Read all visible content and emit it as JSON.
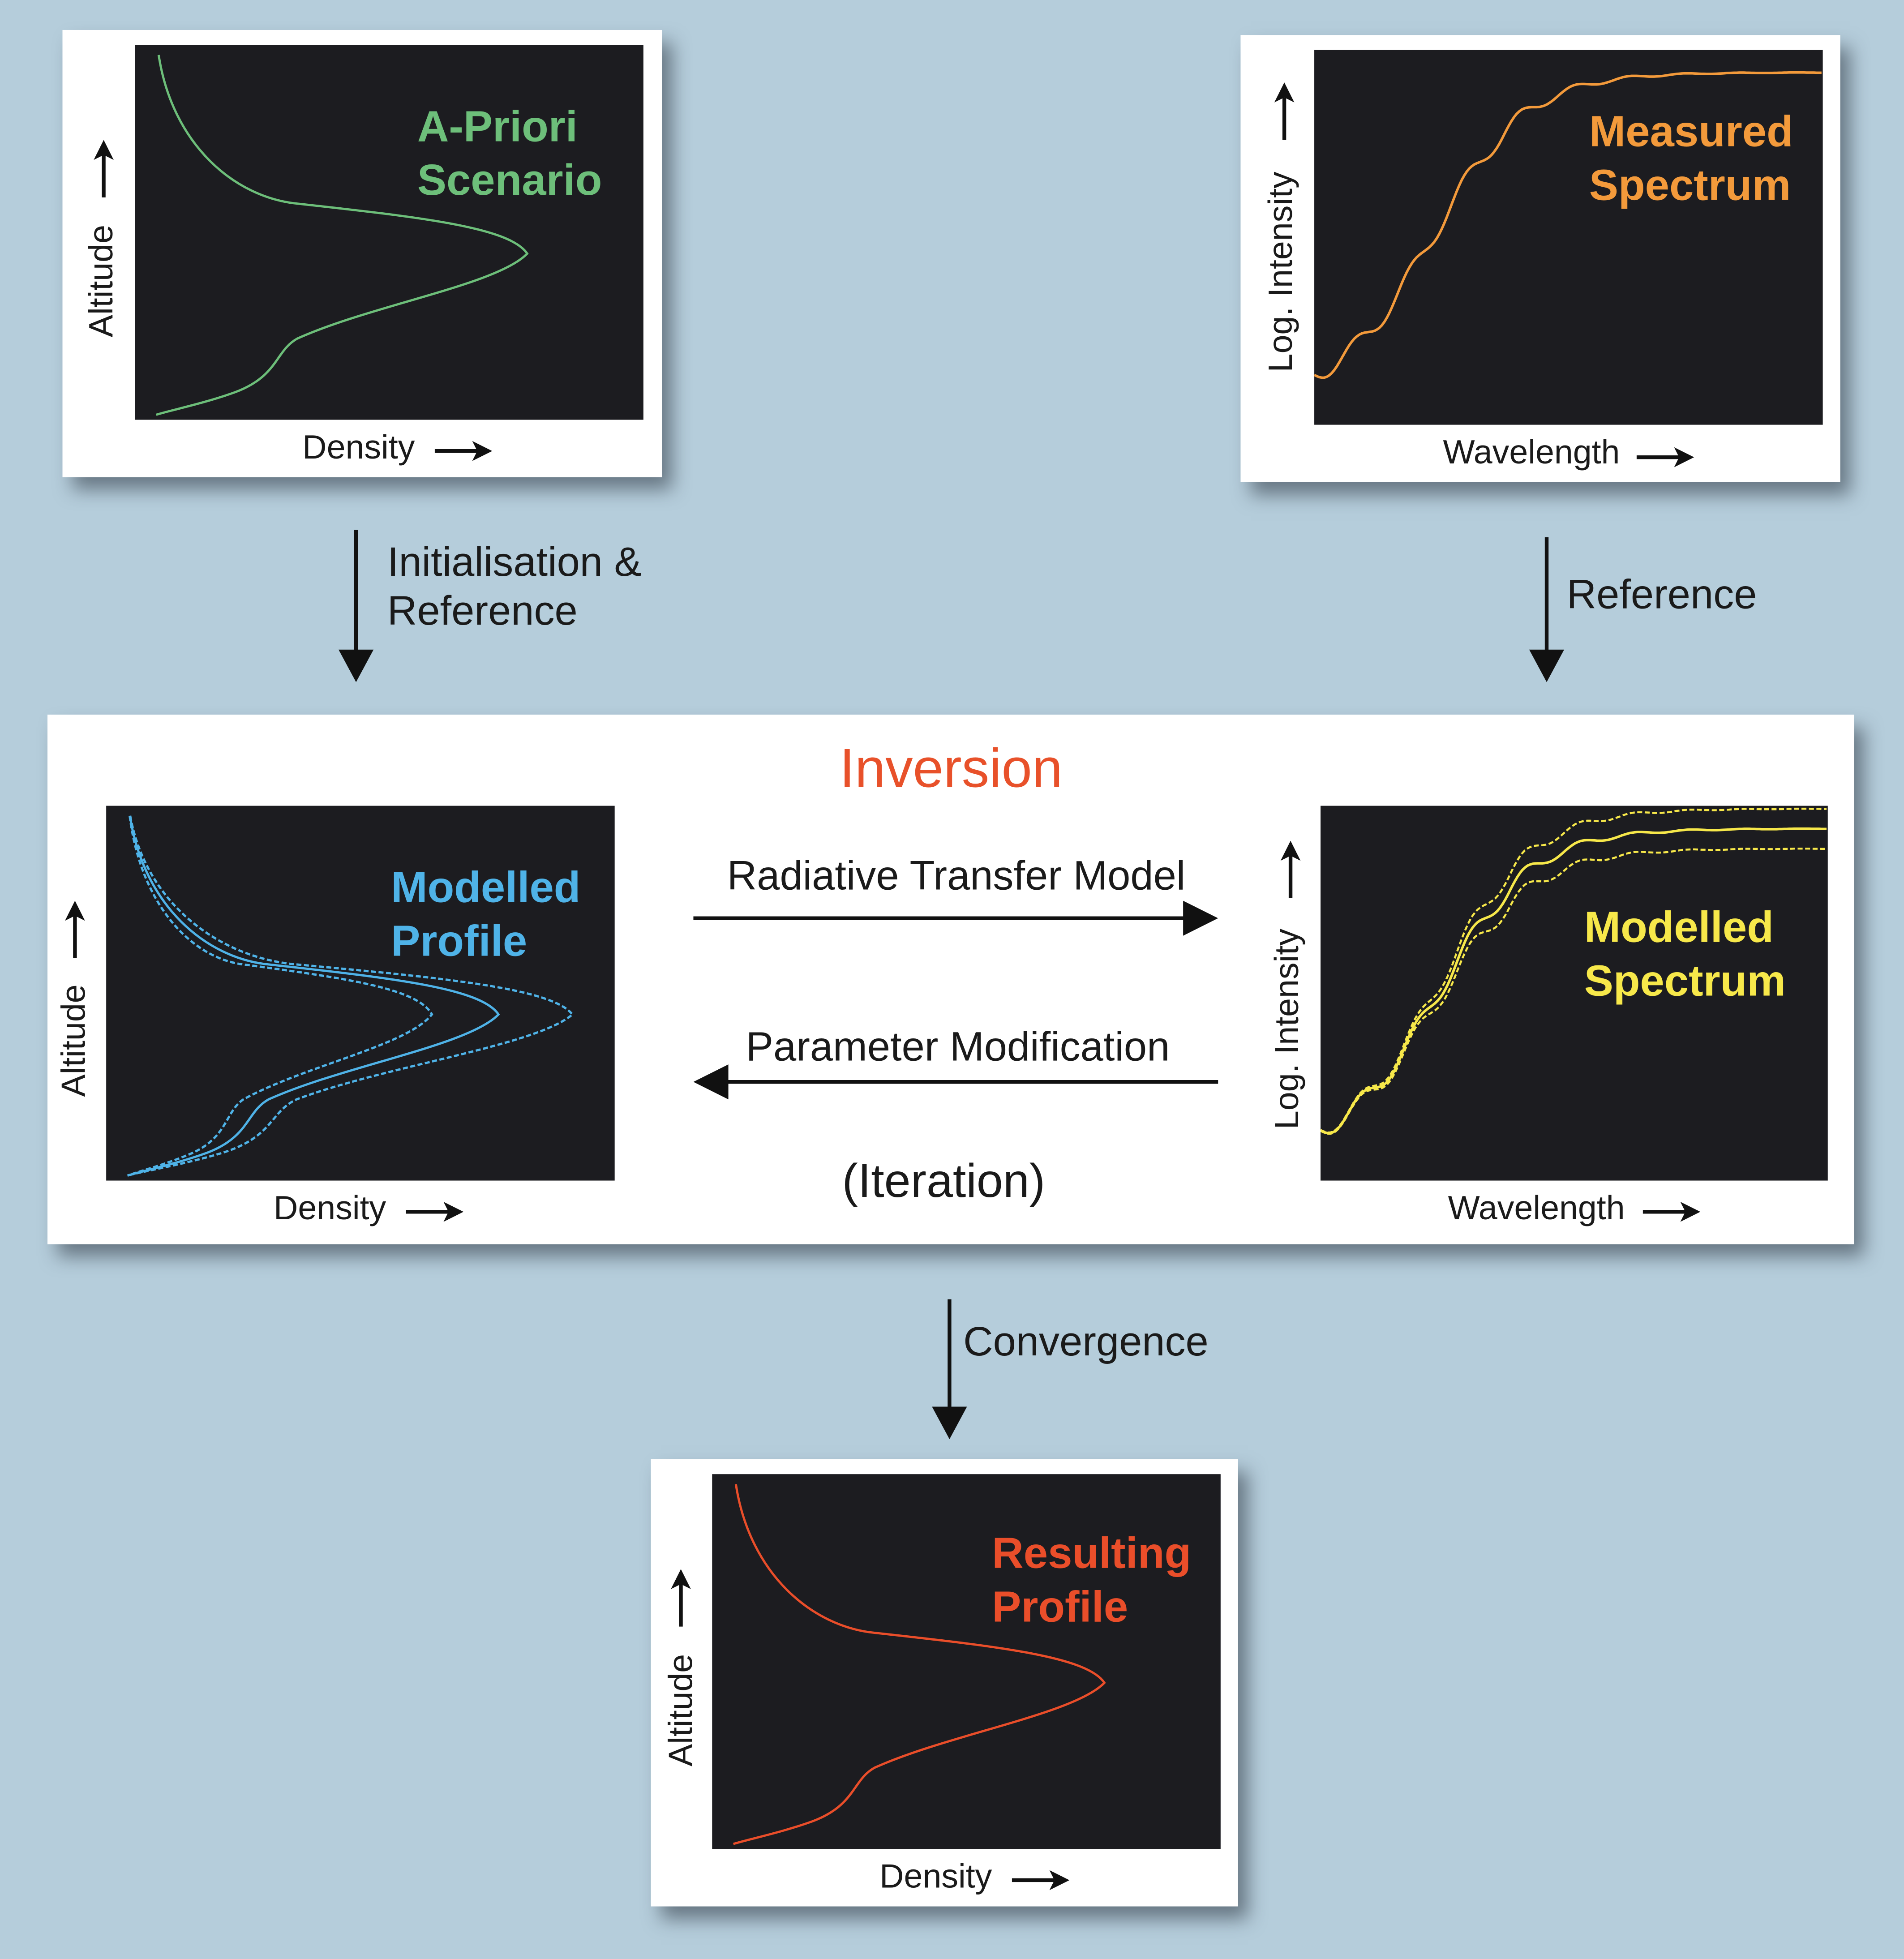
{
  "colors": {
    "background": "#b5cddb",
    "apriori": "#6dbf7a",
    "measured": "#f39a3b",
    "modelled_profile": "#4fb3e8",
    "modelled_spectrum": "#f7e84a",
    "resulting": "#ea4e2a",
    "inversion": "#e8512a"
  },
  "apriori": {
    "title_line1": "A-Priori",
    "title_line2": "Scenario",
    "xlabel": "Density",
    "ylabel": "Altitude"
  },
  "measured": {
    "title_line1": "Measured",
    "title_line2": "Spectrum",
    "xlabel": "Wavelength",
    "ylabel": "Log. Intensity"
  },
  "flow": {
    "init_line1": "Initialisation &",
    "init_line2": "Reference",
    "reference": "Reference",
    "convergence": "Convergence"
  },
  "inversion": {
    "title": "Inversion",
    "forward": "Radiative Transfer Model",
    "backward": "Parameter Modification",
    "iteration": "(Iteration)",
    "profile": {
      "title_line1": "Modelled",
      "title_line2": "Profile",
      "xlabel": "Density",
      "ylabel": "Altitude"
    },
    "spectrum": {
      "title_line1": "Modelled",
      "title_line2": "Spectrum",
      "xlabel": "Wavelength",
      "ylabel": "Log. Intensity"
    }
  },
  "result": {
    "title_line1": "Resulting",
    "title_line2": "Profile",
    "xlabel": "Density",
    "ylabel": "Altitude"
  }
}
